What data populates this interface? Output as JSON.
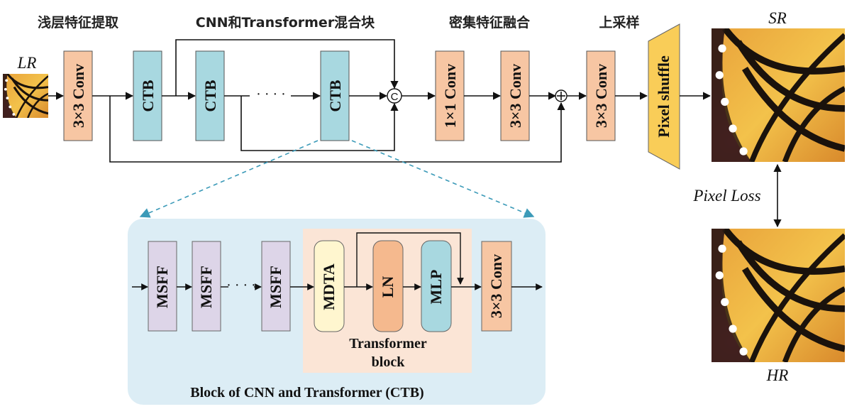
{
  "headers": {
    "shallow": "浅层特征提取",
    "hybrid": "CNN和Transformer混合块",
    "dense": "密集特征融合",
    "upsample": "上采样"
  },
  "io": {
    "lr": "LR",
    "sr": "SR",
    "hr": "HR",
    "loss": "Pixel Loss"
  },
  "blocks": {
    "conv3_first": "3×3 Conv",
    "ctb1": "CTB",
    "ctb2": "CTB",
    "ctb3": "CTB",
    "dots_top": "· · · ·",
    "concat": "C",
    "conv1": "1×1 Conv",
    "conv3_dense": "3×3 Conv",
    "add": "+",
    "conv3_up": "3×3 Conv",
    "shuffle": "Pixel shuffle"
  },
  "ctb_detail": {
    "msff1": "MSFF",
    "msff2": "MSFF",
    "msff3": "MSFF",
    "dots": "· · · ·",
    "mdta": "MDTA",
    "ln": "LN",
    "mlp": "MLP",
    "conv": "3×3 Conv",
    "tf_line1": "Transformer",
    "tf_line2": "block",
    "caption": "Block of CNN and Transformer (CTB)"
  },
  "colors": {
    "conv": "#f7c6a3",
    "ctb": "#a8d8e0",
    "msff": "#ddd5e8",
    "mdta": "#fff6cf",
    "mlp": "#a8d8e0",
    "shuffle": "#f9cd58",
    "panel": "#dcedf5",
    "tfblock": "#fbe5d6",
    "dashed": "#3b9ab8"
  },
  "icons": {
    "photo": "butterfly-image"
  }
}
